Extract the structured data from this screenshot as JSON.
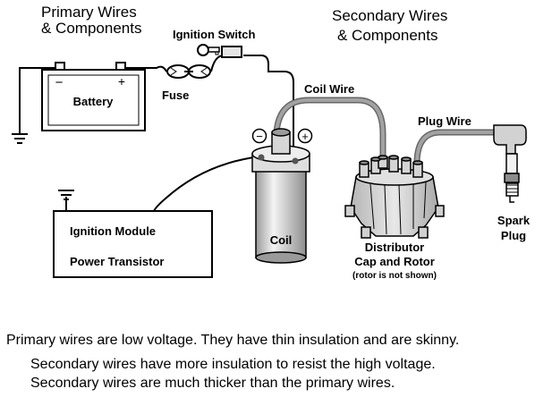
{
  "headings": {
    "primary_line1": "Primary Wires",
    "primary_line2": "& Components",
    "secondary_line1": "Secondary Wires",
    "secondary_line2": "& Components"
  },
  "labels": {
    "ignition_switch": "Ignition Switch",
    "battery": "Battery",
    "fuse": "Fuse",
    "coil_wire": "Coil Wire",
    "plug_wire": "Plug Wire",
    "coil": "Coil",
    "ignition_module": "Ignition Module",
    "power_transistor": "Power Transistor",
    "distributor_line1": "Distributor",
    "distributor_line2": "Cap and Rotor",
    "rotor_note": "(rotor is not shown)",
    "spark_line1": "Spark",
    "spark_line2": "Plug",
    "battery_minus": "−",
    "battery_plus": "+",
    "coil_minus": "−",
    "coil_plus": "+"
  },
  "captions": {
    "line1": "Primary wires are low voltage.  They have thin insulation and are skinny.",
    "line2": "Secondary wires have more insulation to resist the high voltage.",
    "line3": "Secondary wires are much thicker than the primary wires."
  },
  "colors": {
    "primary_wire": "#000000",
    "secondary_wire": "#8c8c8c",
    "component_fill": "#dcdcdc"
  }
}
